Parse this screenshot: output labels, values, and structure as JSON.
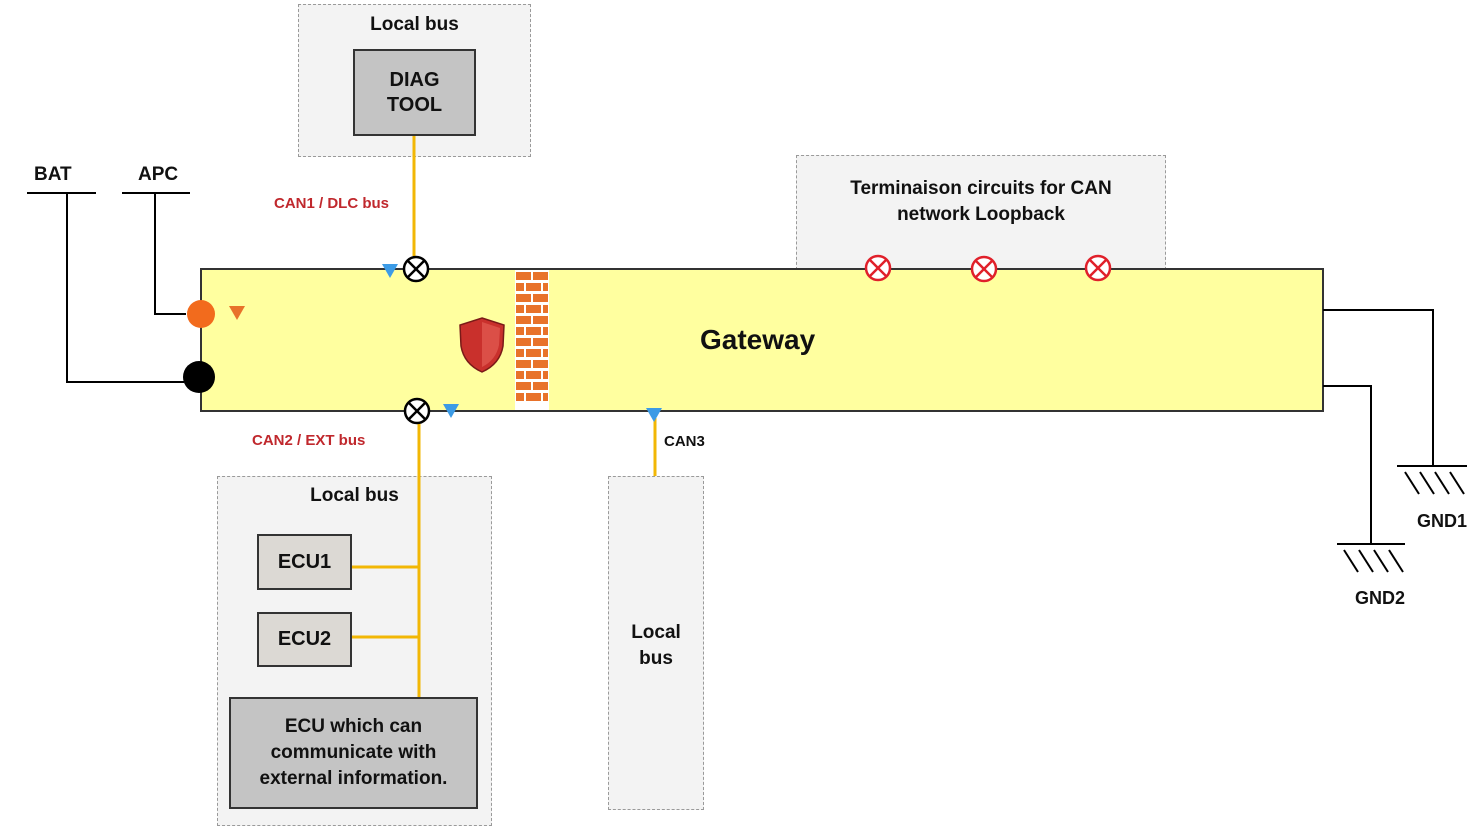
{
  "diagram": {
    "supply": {
      "bat": "BAT",
      "apc": "APC"
    },
    "gateway": {
      "label": "Gateway"
    },
    "top_local_bus": {
      "title": "Local bus",
      "diag_tool": "DIAG\nTOOL"
    },
    "can1_label": "CAN1 / DLC bus",
    "termination": {
      "title": "Terminaison circuits for CAN\nnetwork Loopback"
    },
    "can2_label": "CAN2 / EXT bus",
    "can3_label": "CAN3",
    "bottom_local_bus": {
      "title": "Local bus",
      "ecu1": "ECU1",
      "ecu2": "ECU2",
      "ecu_ext": "ECU which can\ncommunicate with\nexternal information."
    },
    "can3_local_bus": {
      "title": "Local\nbus"
    },
    "grounds": {
      "gnd1": "GND1",
      "gnd2": "GND2"
    },
    "colors": {
      "gateway_fill": "#ffff9f",
      "bus_wire": "#f2b705",
      "can_label": "#c0282d",
      "termination_mark": "#e0202a",
      "apc_dot": "#f26b1d",
      "marker_blue": "#3c9be6",
      "firewall_brick": "#e8722a"
    }
  }
}
